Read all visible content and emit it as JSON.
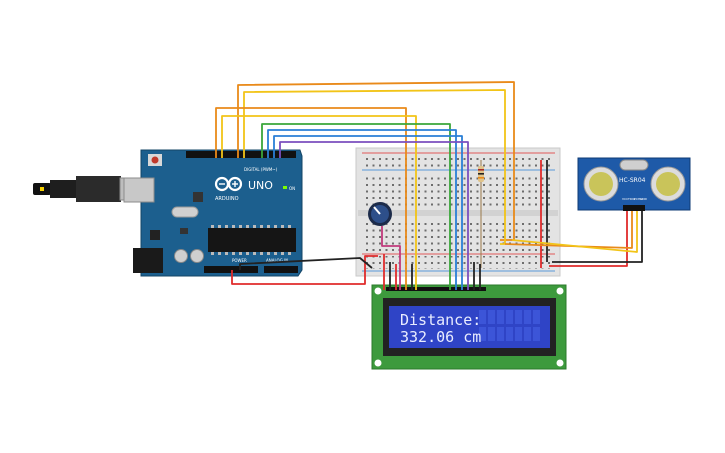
{
  "arduino": {
    "brand": "ARDUINO",
    "model": "UNO",
    "digital_label": "DIGITAL (PWM~)",
    "analog_label": "ANALOG IN",
    "power_label": "POWER",
    "on_label": "ON"
  },
  "sensor": {
    "model": "HC-SR04",
    "pins": [
      "VCC",
      "TRIG",
      "ECHO",
      "GND"
    ]
  },
  "lcd": {
    "line1": "Distance:",
    "line2": "332.06 cm"
  },
  "colors": {
    "board_blue": "#1c5f8e",
    "breadboard": "#e3e3e3",
    "lcd_pcb": "#3d9a3d",
    "lcd_screen": "#2f44c6",
    "wire_orange": "#e98a1a",
    "wire_yellow": "#f2c418",
    "wire_green": "#3aa63a",
    "wire_blue": "#2a7fd6",
    "wire_purple": "#7b4fbf",
    "wire_red": "#e02b2b",
    "wire_black": "#222222",
    "wire_magenta": "#c0397b"
  }
}
